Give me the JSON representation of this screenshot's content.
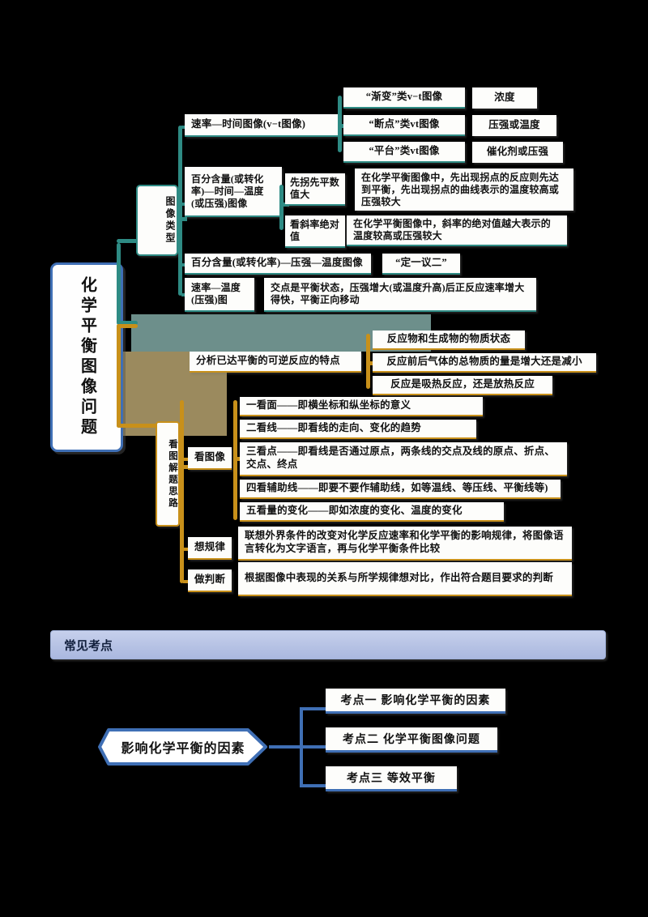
{
  "page": {
    "background_color": "#000000",
    "paper_color": "#fdfdfb",
    "teal_accent": "#2e8b84",
    "orange_accent": "#c8901a",
    "blue_accent": "#3f6fb5",
    "header_fill": "#b6c2e4"
  },
  "map": {
    "root": "化学平衡图像问题",
    "branch_image_type": {
      "label": "图像类型",
      "items": [
        {
          "label": "速率—时间图像(v−t图像)",
          "children": [
            {
              "label": "“渐变”类v−t图像",
              "detail": "浓度"
            },
            {
              "label": "“断点”类vt图像",
              "detail": "压强或温度"
            },
            {
              "label": "“平台”类vt图像",
              "detail": "催化剂或压强"
            }
          ]
        },
        {
          "label": "百分含量(或转化率)—时间—温度(或压强)图像",
          "children": [
            {
              "label": "先拐先平数值大",
              "detail": "在化学平衡图像中，先出现拐点的反应则先达到平衡，先出现拐点的曲线表示的温度较高或压强较大"
            },
            {
              "label": "看斜率绝对值",
              "detail": "在化学平衡图像中，斜率的绝对值越大表示的温度较高或压强较大"
            }
          ]
        },
        {
          "label": "百分含量(或转化率)—压强—温度图像",
          "children": [
            {
              "label": "“定一议二”",
              "detail": ""
            }
          ]
        },
        {
          "label": "速率—温度(压强)图",
          "children": [
            {
              "label": "交点是平衡状态，压强增大(或温度升高)后正反应速率增大得快，平衡正向移动",
              "detail": ""
            }
          ]
        }
      ]
    },
    "branch_analysis": {
      "label": "分析已达平衡的可逆反应的特点",
      "children": [
        "反应物和生成物的物质状态",
        "反应前后气体的总物质的量是增大还是减小",
        "反应是吸热反应，还是放热反应"
      ]
    },
    "branch_method": {
      "label": "看图解题思路",
      "groups": [
        {
          "label": "看图像",
          "items": [
            "一看面——即横坐标和纵坐标的意义",
            "二看线——即看线的走向、变化的趋势",
            "三看点——即看线是否通过原点，两条线的交点及线的原点、折点、交点、终点",
            "四看辅助线——即要不要作辅助线，如等温线、等压线、平衡线等)",
            "五看量的变化——即如浓度的变化、温度的变化"
          ]
        },
        {
          "label": "想规律",
          "items": [
            "联想外界条件的改变对化学反应速率和化学平衡的影响规律，将图像语言转化为文字语言，再与化学平衡条件比较"
          ]
        },
        {
          "label": "做判断",
          "items": [
            "根据图像中表现的关系与所学规律想对比，作出符合题目要求的判断"
          ]
        }
      ]
    }
  },
  "section": {
    "title": "常见考点",
    "root": "影响化学平衡的因素",
    "points": [
      "考点一  影响化学平衡的因素",
      "考点二  化学平衡图像问题",
      "考点三  等效平衡"
    ]
  }
}
